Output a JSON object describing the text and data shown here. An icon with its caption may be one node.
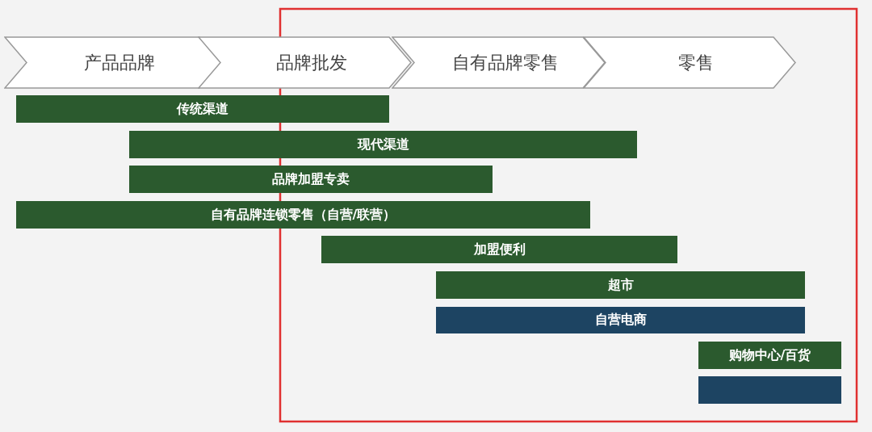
{
  "diagram": {
    "nodes": [
      {
        "text": [
          "产品品牌"
        ]
      },
      {
        "text": [
          "品牌批发"
        ]
      },
      {
        "text": [
          "自有品牌零售"
        ]
      },
      {
        "text": [
          "零售"
        ]
      },
      {
        "text": [
          "传统渠道"
        ]
      },
      {
        "text": [
          "现代渠道"
        ]
      },
      {
        "text": [
          "品牌加盟专卖"
        ]
      },
      {
        "text": [
          "自有品牌连锁零售（自营/联营）"
        ]
      },
      {
        "text": [
          "加盟便利"
        ]
      },
      {
        "text": [
          "超市"
        ]
      },
      {
        "text": [
          "自营电商"
        ]
      },
      {
        "text": [
          "购物中心/百货"
        ]
      },
      {
        "text": [],
        "shape": "bar"
      }
    ],
    "edges": []
  }
}
